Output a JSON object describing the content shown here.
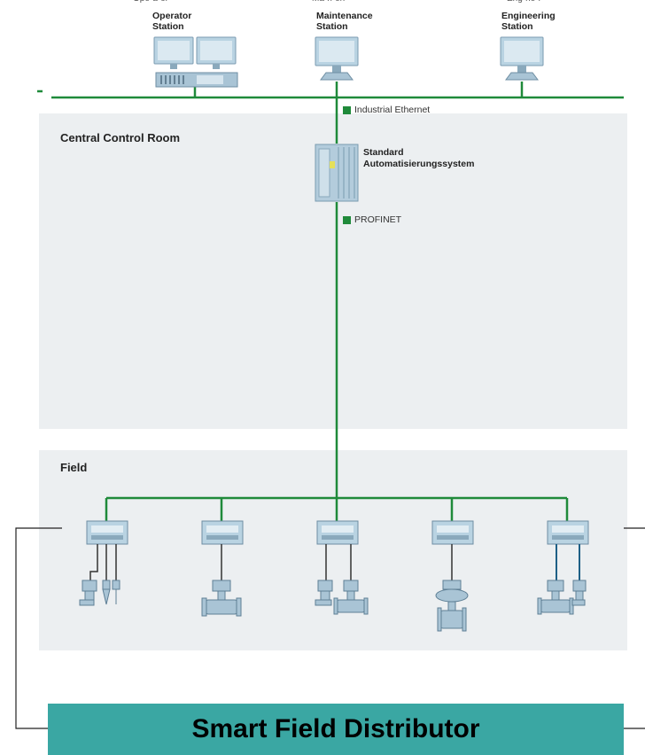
{
  "stations": {
    "operator": {
      "line1": "Operator",
      "line2": "Station"
    },
    "maintenance": {
      "line1": "Maintenance",
      "line2": "Station"
    },
    "engineering": {
      "line1": "Engineering",
      "line2": "Station"
    }
  },
  "buses": {
    "ethernet": "Industrial Ethernet",
    "profinet": "PROFINET"
  },
  "zones": {
    "control_room": "Central Control Room",
    "field": "Field"
  },
  "controller": {
    "line1": "Standard",
    "line2": "Automatisierungssystem"
  },
  "banner": {
    "label": "Smart Field Distributor"
  },
  "colors": {
    "bus": "#1f8a3a",
    "zone": "#eceff1",
    "banner": "#3aa7a3",
    "device": "#8fb8cf"
  }
}
